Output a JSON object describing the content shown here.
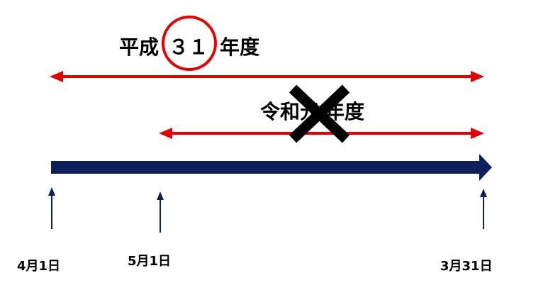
{
  "diagram": {
    "upper_label": {
      "prefix": "平成",
      "circled": "３１",
      "suffix": "年度"
    },
    "lower_label": {
      "prefix": "令和",
      "crossed": "元",
      "suffix": "年度"
    },
    "dates": {
      "start": "4月1日",
      "reiwa_start": "5月1日",
      "end": "3月31日"
    },
    "colors": {
      "red": "#e60000",
      "navy": "#0d1f5c",
      "black": "#000000"
    }
  }
}
